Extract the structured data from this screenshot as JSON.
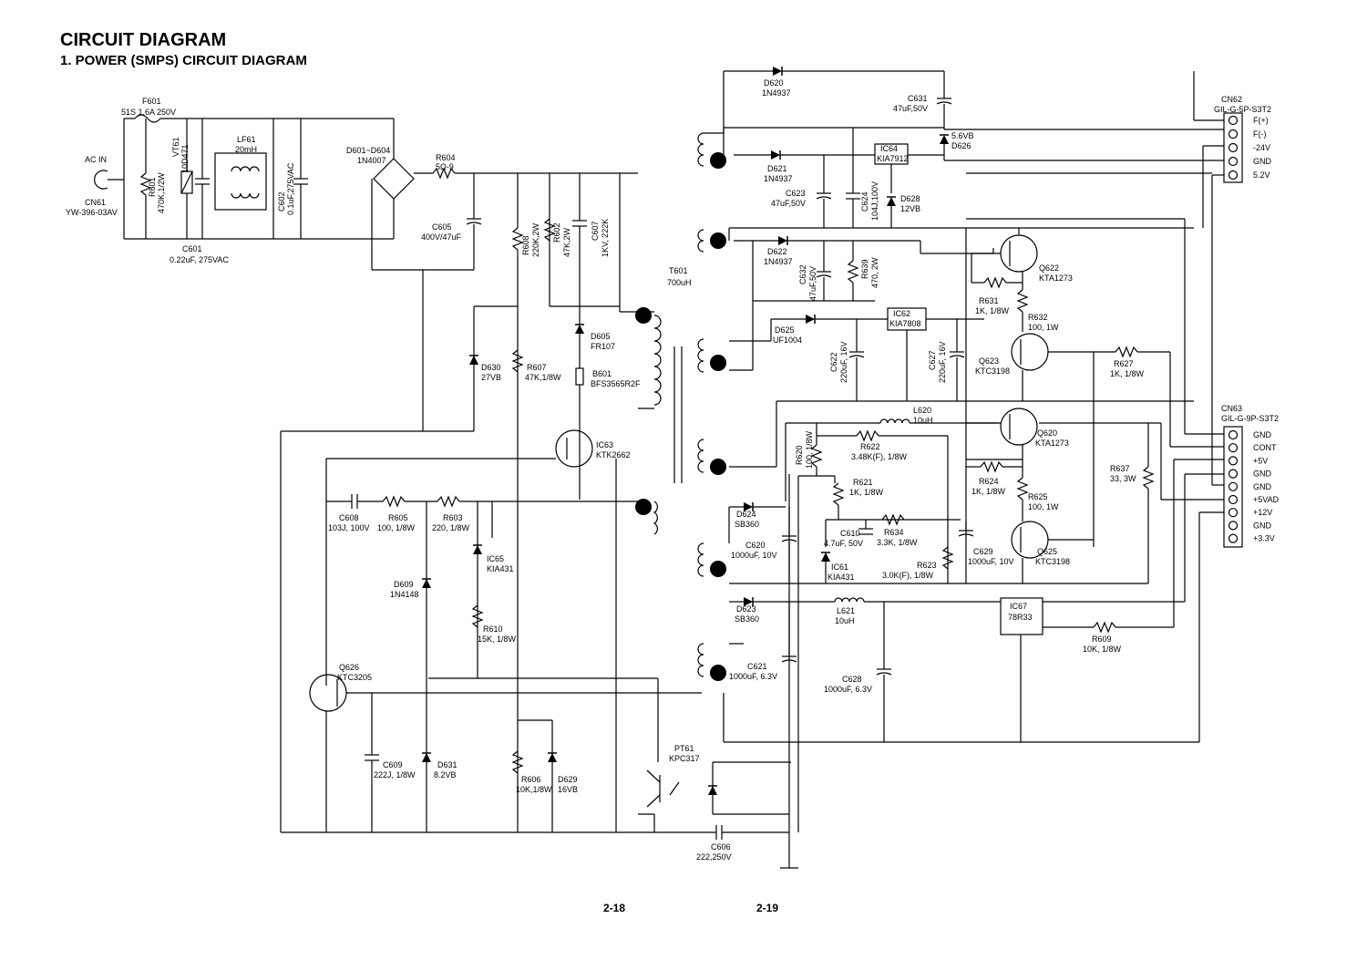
{
  "header": {
    "title": "CIRCUIT DIAGRAM",
    "subtitle": "1. POWER (SMPS) CIRCUIT DIAGRAM"
  },
  "pages": {
    "left": "2-18",
    "right": "2-19"
  },
  "input": {
    "ac_in": "AC IN",
    "cn61": "CN61",
    "cn61_part": "YW-396-03AV",
    "f601": "F601",
    "f601_val": "51S 1.6A  250V",
    "vt61": "VT61",
    "vt61_val": "10D471",
    "r601": "R601",
    "r601_val": "470K,1/2W",
    "c601": "C601",
    "c601_val": "0.22uF, 275VAC",
    "lf61": "LF61",
    "lf61_val": "20mH",
    "c602": "C602",
    "c602_val": "0.1uF,275VAC",
    "d601": "D601~D604",
    "d601_val": "1N4007",
    "r604": "R604",
    "r604_val": "5Ω-9",
    "c605": "C605",
    "c605_val": "400V/47uF"
  },
  "primary": {
    "r608": "R608",
    "r608_val": "220K,2W",
    "r602": "R602",
    "r602_val": "47K,2W",
    "c607": "C607",
    "c607_val": "1KV, 222K",
    "t601": "T601",
    "t601_val": "700uH",
    "d605": "D605",
    "d605_val": "FR107",
    "b601": "B601",
    "b601_val": "BFS3565R2F",
    "d630": "D630",
    "d630_val": "27VB",
    "r607": "R607",
    "r607_val": "47K,1/8W",
    "ic63": "IC63",
    "ic63_val": "KTK2662",
    "c608": "C608",
    "c608_val": "103J, 100V",
    "r605": "R605",
    "r605_val": "100, 1/8W",
    "r603": "R603",
    "r603_val": "220, 1/8W",
    "ic65": "IC65",
    "ic65_val": "KIA431",
    "d609": "D609",
    "d609_val": "1N4148",
    "r610": "R610",
    "r610_val": "15K, 1/8W",
    "q626": "Q626",
    "q626_val": "KTC3205",
    "c609": "C609",
    "c609_val": "222J, 1/8W",
    "d631": "D631",
    "d631_val": "8.2VB",
    "r606": "R606",
    "r606_val": "10K,1/8W",
    "d629": "D629",
    "d629_val": "16VB",
    "pt61": "PT61",
    "pt61_val": "KPC317",
    "c606": "C606",
    "c606_val": "222,250V"
  },
  "secondary": {
    "d620": "D620",
    "d620_val": "1N4937",
    "c631": "C631",
    "c631_val": "47uF,50V",
    "d626": "D626",
    "d626_val": "5.6VB",
    "ic64": "IC64",
    "ic64_val": "KIA7912",
    "d621": "D621",
    "d621_val": "1N4937",
    "c623": "C623",
    "c623_val": "47uF,50V",
    "c624": "C624",
    "c624_val": "104J,100V",
    "d628": "D628",
    "d628_val": "12VB",
    "d622": "D622",
    "d622_val": "1N4937",
    "c632": "C632",
    "c632_val": "47uF,50V",
    "r639": "R639",
    "r639_val": "470, 2W",
    "ic62": "IC62",
    "ic62_val": "KIA7808",
    "d625": "D625",
    "d625_val": "UF1004",
    "c622": "C622",
    "c622_val": "220uF, 16V",
    "c627": "C627",
    "c627_val": "220uF, 16V",
    "q622": "Q622",
    "q622_val": "KTA1273",
    "r631": "R631",
    "r631_val": "1K, 1/8W",
    "r632": "R632",
    "r632_val": "100, 1W",
    "q623": "Q623",
    "q623_val": "KTC3198",
    "r627": "R627",
    "r627_val": "1K, 1/8W",
    "l620": "L620",
    "l620_val": "10uH",
    "r620": "R620",
    "r620_val": "100, 1/8W",
    "r622": "R622",
    "r622_val": "3.48K(F), 1/8W",
    "q620": "Q620",
    "q620_val": "KTA1273",
    "r621": "R621",
    "r621_val": "1K, 1/8W",
    "r624": "R624",
    "r624_val": "1K, 1/8W",
    "r625": "R625",
    "r625_val": "100, 1W",
    "r637": "R637",
    "r637_val": "33, 3W",
    "d624": "D624",
    "d624_val": "SB360",
    "c620": "C620",
    "c620_val": "1000uF, 10V",
    "c610": "C610",
    "c610_val": "4.7uF, 50V",
    "r634": "R634",
    "r634_val": "3.3K, 1/8W",
    "ic61": "IC61",
    "ic61_val": "KIA431",
    "r623": "R623",
    "r623_val": "3.0K(F), 1/8W",
    "c629": "C629",
    "c629_val": "1000uF, 10V",
    "q625": "Q625",
    "q625_val": "KTC3198",
    "d623": "D623",
    "d623_val": "SB360",
    "l621": "L621",
    "l621_val": "10uH",
    "ic67": "IC67",
    "ic67_val": "78R33",
    "r609": "R609",
    "r609_val": "10K, 1/8W",
    "c621": "C621",
    "c621_val": "1000uF, 6.3V",
    "c628": "C628",
    "c628_val": "1000uF, 6.3V"
  },
  "cn62": {
    "name": "CN62",
    "part": "GIL-G-5P-S3T2",
    "pins": [
      "F(+)",
      "F(-)",
      "-24V",
      "GND",
      "5.2V"
    ]
  },
  "cn63": {
    "name": "CN63",
    "part": "GIL-G-9P-S3T2",
    "pins": [
      "GND",
      "CONT",
      "+5V",
      "GND",
      "GND",
      "+5VAD",
      "+12V",
      "GND",
      "+3.3V"
    ]
  }
}
